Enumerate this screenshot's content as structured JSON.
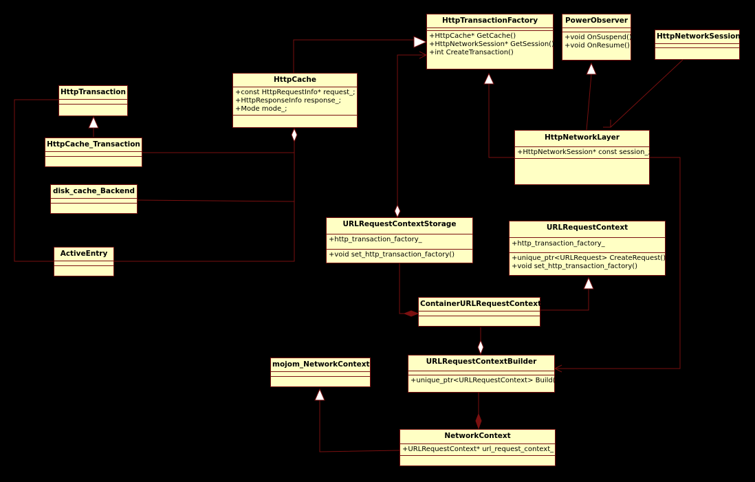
{
  "classes": {
    "http_transaction_factory": {
      "name": "HttpTransactionFactory",
      "attrs": [],
      "ops": [
        "+HttpCache* GetCache()",
        "+HttpNetworkSession* GetSession()",
        "+int CreateTransaction()"
      ]
    },
    "power_observer": {
      "name": "PowerObserver",
      "attrs": [],
      "ops": [
        "+void OnSuspend()",
        "+void OnResume()"
      ]
    },
    "http_network_session": {
      "name": "HttpNetworkSession",
      "attrs": [],
      "ops": []
    },
    "http_cache": {
      "name": "HttpCache",
      "attrs": [
        "+const HttpRequestInfo* request_;",
        "+HttpResponseInfo response_;",
        "+Mode mode_;"
      ],
      "ops": []
    },
    "http_transaction": {
      "name": "HttpTransaction",
      "attrs": [],
      "ops": []
    },
    "http_cache_transaction": {
      "name": "HttpCache_Transaction",
      "attrs": [],
      "ops": []
    },
    "disk_cache_backend": {
      "name": "disk_cache_Backend",
      "attrs": [],
      "ops": []
    },
    "active_entry": {
      "name": "ActiveEntry",
      "attrs": [],
      "ops": []
    },
    "http_network_layer": {
      "name": "HttpNetworkLayer",
      "attrs": [
        "+HttpNetworkSession* const session_;"
      ],
      "ops": []
    },
    "url_request_context_storage": {
      "name": "URLRequestContextStorage",
      "attrs": [
        "+http_transaction_factory_"
      ],
      "ops": [
        "+void set_http_transaction_factory()"
      ]
    },
    "url_request_context": {
      "name": "URLRequestContext",
      "attrs": [
        "+http_transaction_factory_"
      ],
      "ops": [
        "+unique_ptr<URLRequest> CreateRequest()",
        "+void set_http_transaction_factory()"
      ]
    },
    "container_url_request_context": {
      "name": "ContainerURLRequestContext",
      "attrs": [],
      "ops": []
    },
    "url_request_context_builder": {
      "name": "URLRequestContextBuilder",
      "attrs": [],
      "ops": [
        "+unique_ptr<URLRequestContext> Build()"
      ]
    },
    "mojom_network_context": {
      "name": "mojom_NetworkContext",
      "attrs": [],
      "ops": []
    },
    "network_context": {
      "name": "NetworkContext",
      "attrs": [],
      "ops": [
        "+URLRequestContext* url_request_context_"
      ]
    }
  },
  "colors": {
    "background": "#000000",
    "box_fill": "#ffffc4",
    "line": "#7a1010"
  }
}
